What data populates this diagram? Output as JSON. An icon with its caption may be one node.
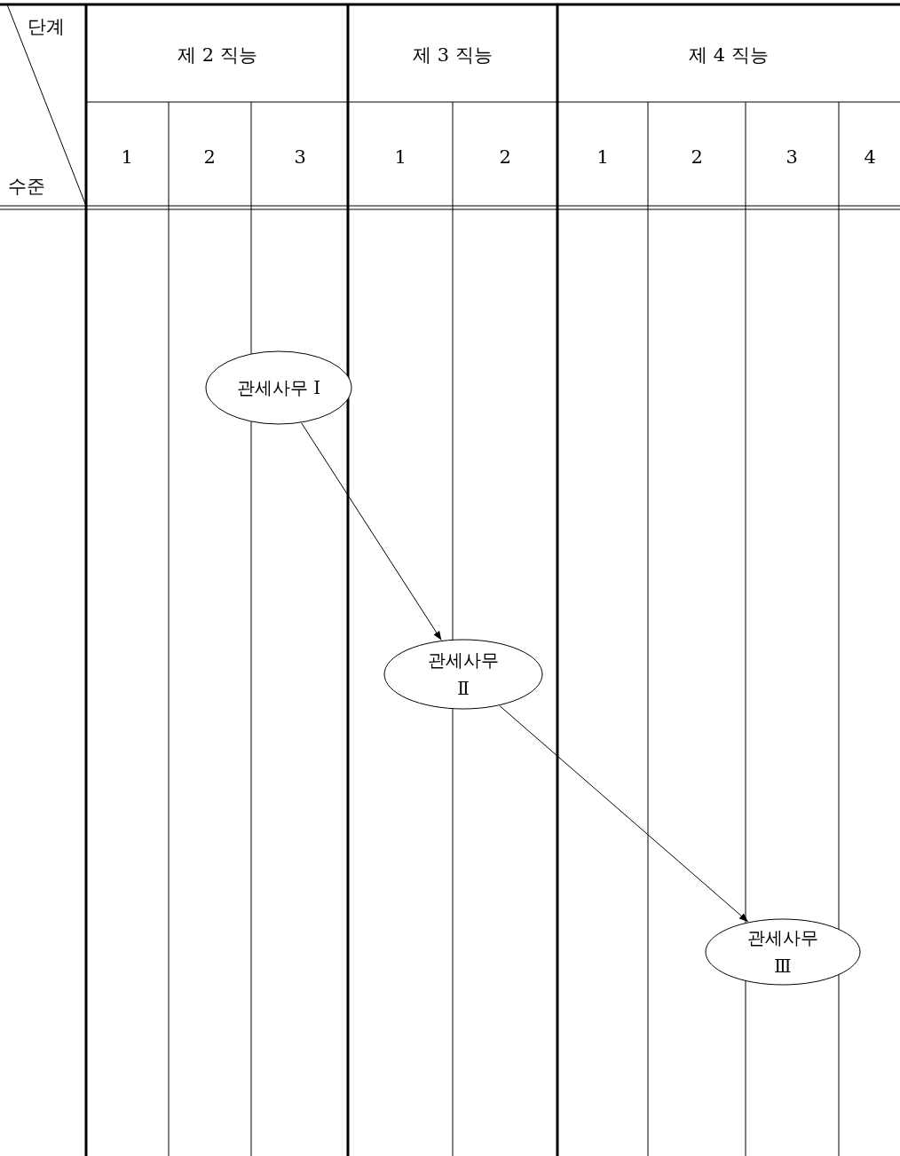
{
  "diagram": {
    "nodes": [
      {
        "text": [
          "관세사무 Ⅰ"
        ]
      },
      {
        "text": [
          "관세사무 Ⅱ"
        ]
      },
      {
        "text": [
          "관세사무 Ⅲ"
        ]
      }
    ],
    "edges": [
      {
        "from": 0,
        "to": 1,
        "arrow": "to"
      },
      {
        "from": 1,
        "to": 2,
        "arrow": "to"
      }
    ],
    "labels": [
      "단계",
      "제 2 직능",
      "제 3 직능",
      "제 4 직능",
      "1",
      "2",
      "3",
      "1",
      "2",
      "1",
      "2",
      "3",
      "4",
      "수준"
    ]
  }
}
